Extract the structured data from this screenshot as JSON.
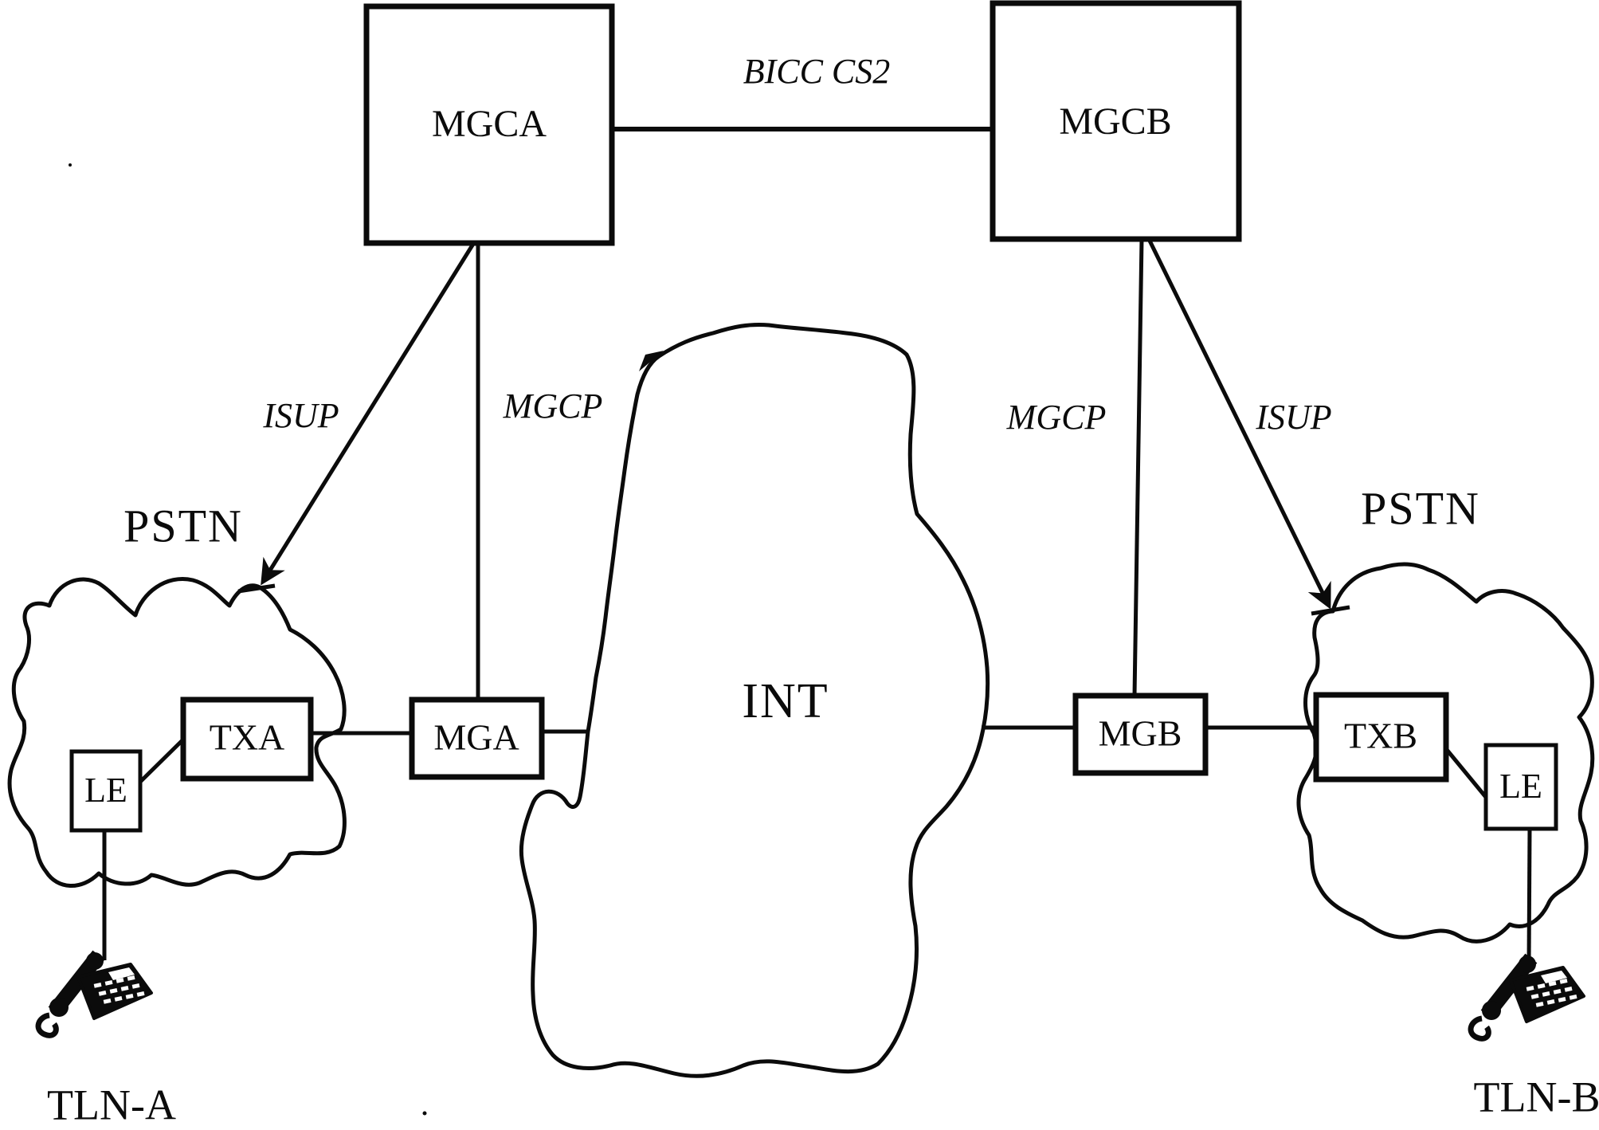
{
  "colors": {
    "ink": "#0b0b0b",
    "paper": "#ffffff"
  },
  "nodes": {
    "mgca": {
      "label": "MGCA"
    },
    "mgcb": {
      "label": "MGCB"
    },
    "mga": {
      "label": "MGA"
    },
    "mgb": {
      "label": "MGB"
    },
    "txa": {
      "label": "TXA"
    },
    "txb": {
      "label": "TXB"
    },
    "le_a": {
      "label": "LE"
    },
    "le_b": {
      "label": "LE"
    }
  },
  "clouds": {
    "pstn_a": {
      "label": "PSTN"
    },
    "pstn_b": {
      "label": "PSTN"
    },
    "int": {
      "label": "INT"
    }
  },
  "links": {
    "bicc": {
      "label": "BICC CS2"
    },
    "isup_a": {
      "label": "ISUP"
    },
    "isup_b": {
      "label": "ISUP"
    },
    "mgcp_a": {
      "label": "MGCP"
    },
    "mgcp_b": {
      "label": "MGCP"
    }
  },
  "terminals": {
    "tln_a": {
      "label": "TLN-A",
      "icon": "telephone-icon"
    },
    "tln_b": {
      "label": "TLN-B",
      "icon": "telephone-icon"
    }
  }
}
